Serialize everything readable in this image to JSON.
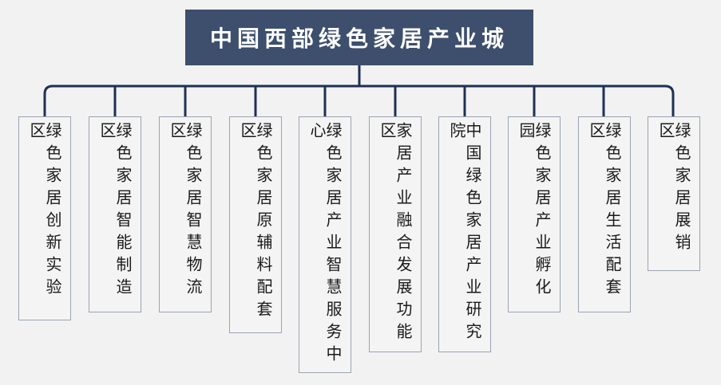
{
  "root": {
    "label": "中国西部绿色家居产业城"
  },
  "children": [
    {
      "label": "绿色家居创新实验区"
    },
    {
      "label": "绿色家居智能制造区"
    },
    {
      "label": "绿色家居智慧物流区"
    },
    {
      "label": "绿色家居原辅料配套区"
    },
    {
      "label": "绿色家居产业智慧服务中心"
    },
    {
      "label": "家居产业融合发展功能区"
    },
    {
      "label": "中国绿色家居产业研究院"
    },
    {
      "label": "绿色家居产业孵化园"
    },
    {
      "label": "绿色家居生活配套区"
    },
    {
      "label": "绿色家居展销区"
    }
  ],
  "colors": {
    "root_fill": "#3d4f6c",
    "connector": "#1f3055",
    "box_border": "#9aa3b3"
  }
}
